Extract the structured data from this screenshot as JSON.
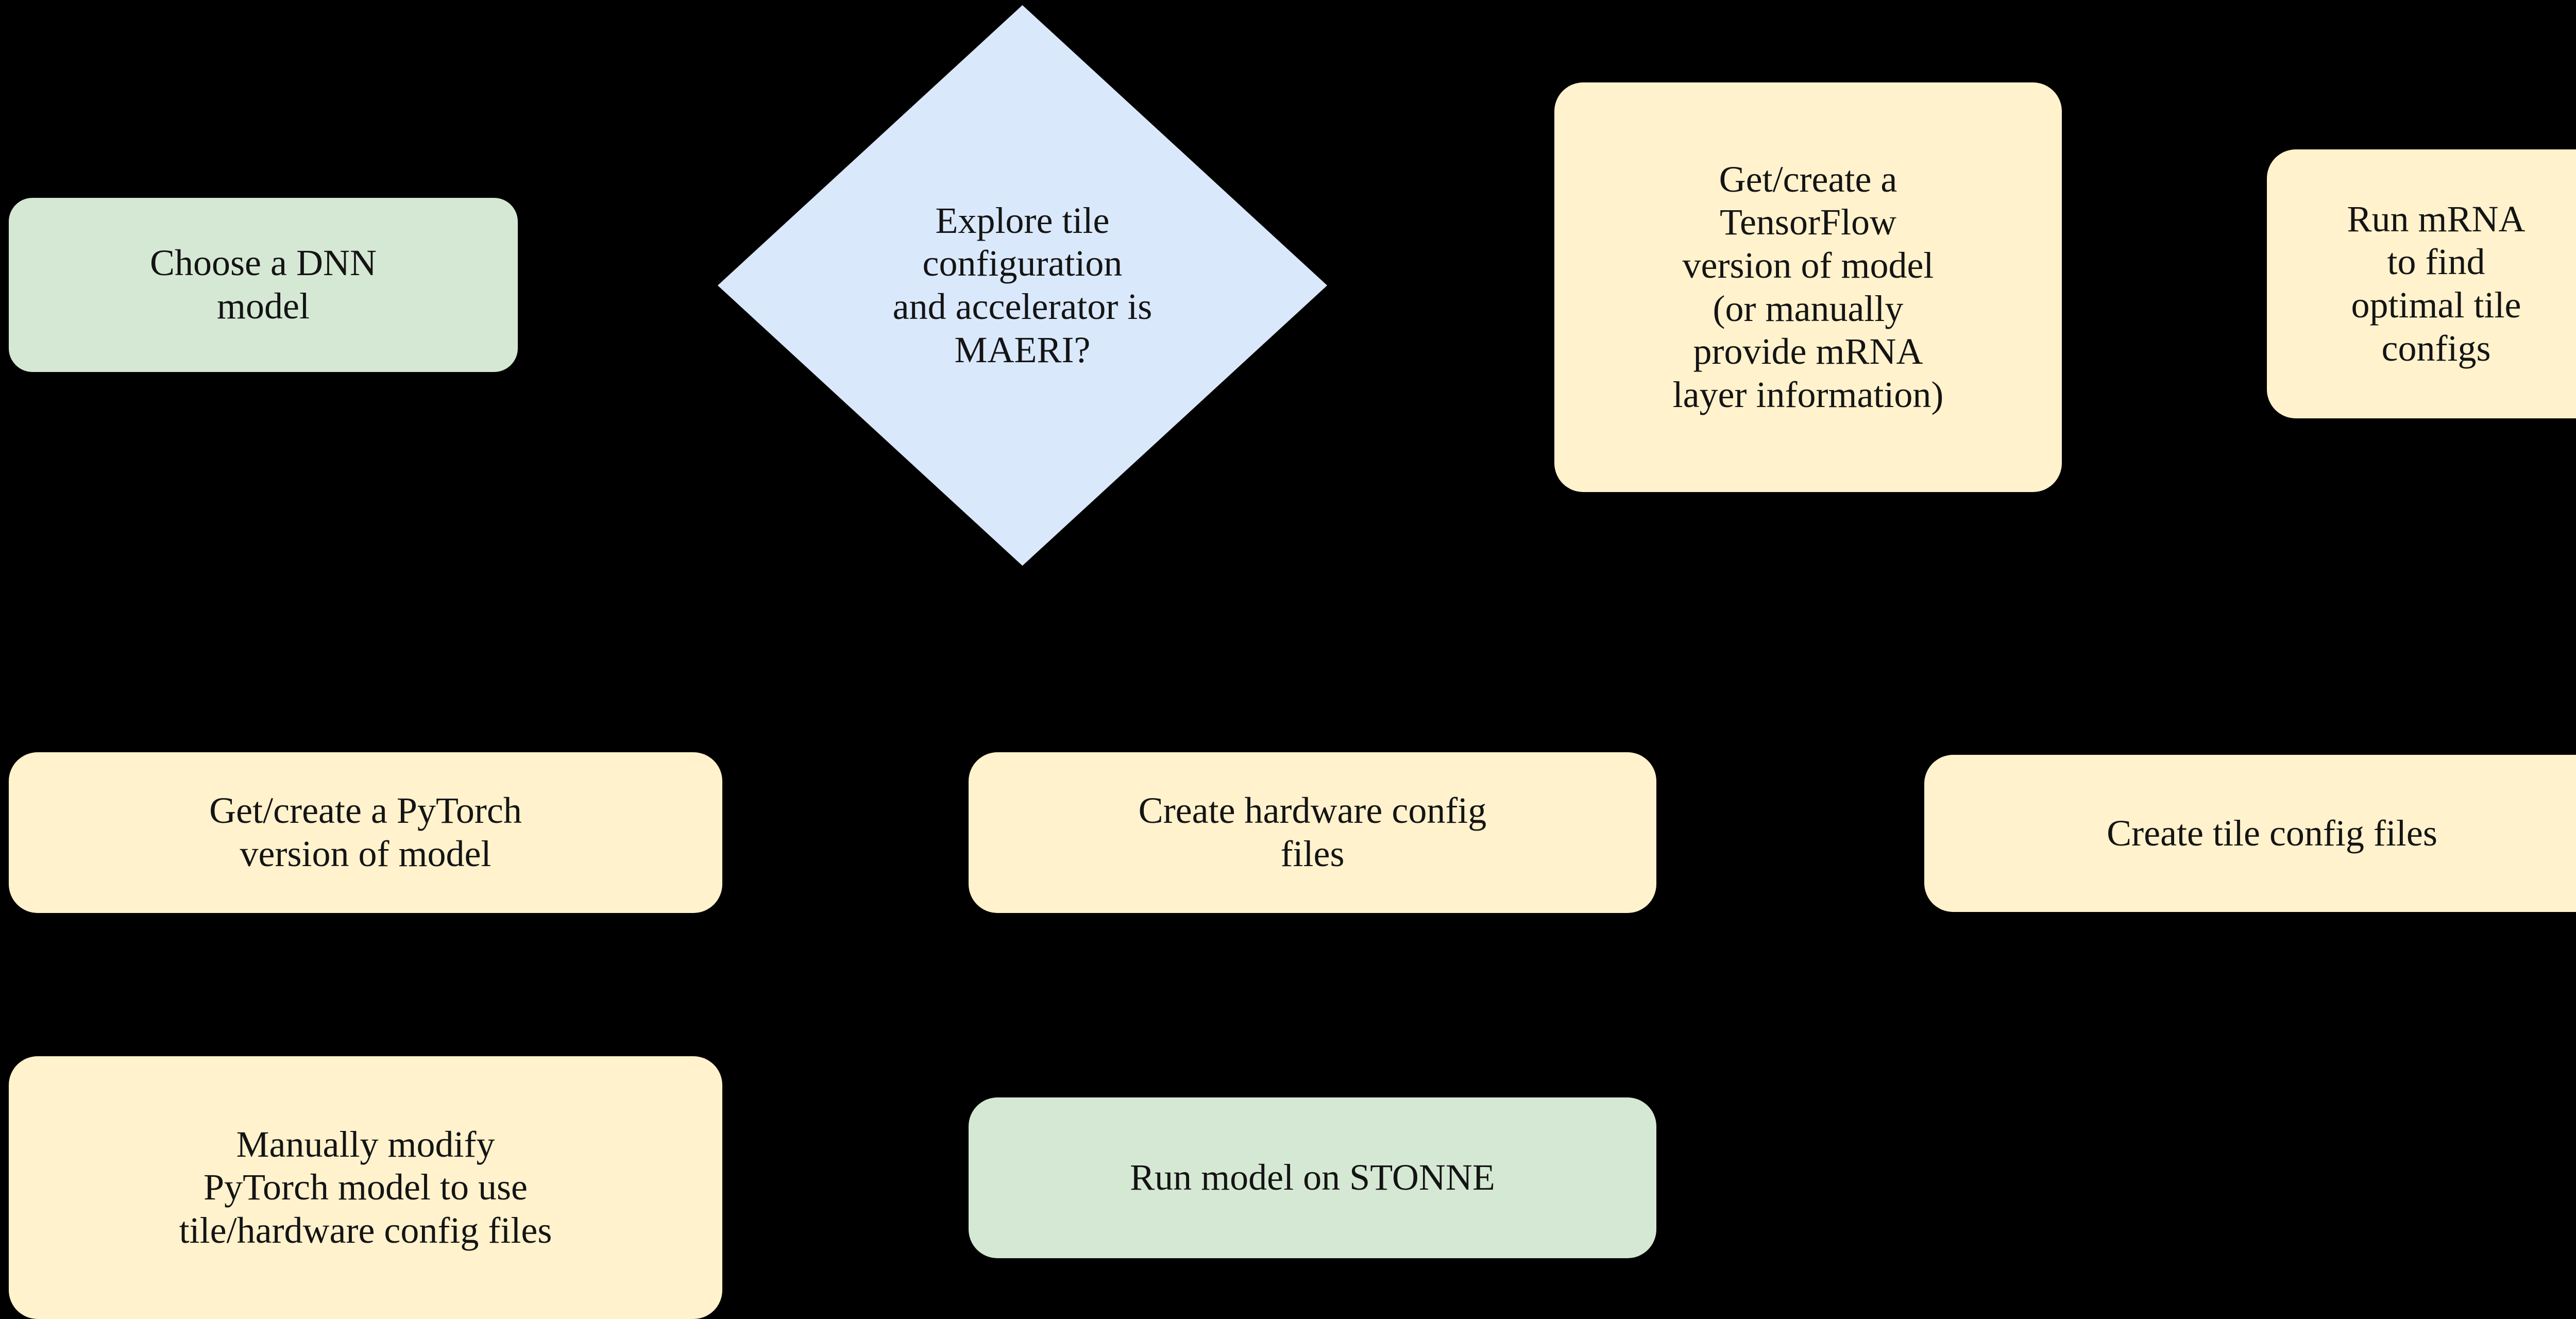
{
  "diagram": {
    "type": "flowchart",
    "background_color": "#000000",
    "text_color": "#141414",
    "palette": {
      "process_green": "#d5e8d4",
      "process_cream": "#fff2cc",
      "decision_blue": "#dae8fc"
    },
    "nodes": [
      {
        "id": "choose-dnn",
        "shape": "rounded-rectangle",
        "fill": "#d5e8d4",
        "label": "Choose a DNN\nmodel"
      },
      {
        "id": "explore-tile",
        "shape": "diamond",
        "fill": "#dae8fc",
        "label": "Explore tile\nconfiguration\nand accelerator is\nMAERI?"
      },
      {
        "id": "tensorflow-model",
        "shape": "rounded-rectangle",
        "fill": "#fff2cc",
        "label": "Get/create a\nTensorFlow\nversion of model\n(or manually\nprovide mRNA\nlayer information)"
      },
      {
        "id": "run-mrna",
        "shape": "rounded-rectangle",
        "fill": "#fff2cc",
        "label": "Run mRNA\nto find\noptimal tile\nconfigs"
      },
      {
        "id": "pytorch-model",
        "shape": "rounded-rectangle",
        "fill": "#fff2cc",
        "label": "Get/create a PyTorch\nversion of model"
      },
      {
        "id": "hardware-config",
        "shape": "rounded-rectangle",
        "fill": "#fff2cc",
        "label": "Create hardware config\nfiles"
      },
      {
        "id": "tile-config",
        "shape": "rounded-rectangle",
        "fill": "#fff2cc",
        "label": "Create tile config files"
      },
      {
        "id": "manual-modify",
        "shape": "rounded-rectangle",
        "fill": "#fff2cc",
        "label": "Manually modify\nPyTorch model to use\ntile/hardware config files"
      },
      {
        "id": "run-stonne",
        "shape": "rounded-rectangle",
        "fill": "#d5e8d4",
        "label": "Run model on STONNE"
      }
    ]
  }
}
